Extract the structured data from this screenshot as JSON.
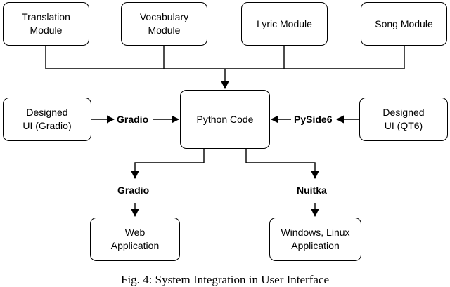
{
  "modules": {
    "translation": "Translation\nModule",
    "vocabulary": "Vocabulary\nModule",
    "lyric": "Lyric Module",
    "song": "Song Module"
  },
  "center": {
    "python": "Python Code"
  },
  "ui": {
    "gradio_ui": "Designed\nUI (Gradio)",
    "qt_ui": "Designed\nUI (QT6)"
  },
  "outputs": {
    "web": "Web\nApplication",
    "desktop": "Windows, Linux\nApplication"
  },
  "edge_labels": {
    "gradio_in": "Gradio",
    "pyside": "PySide6",
    "gradio_out": "Gradio",
    "nuitka": "Nuitka"
  },
  "caption": "Fig. 4: System Integration in User Interface"
}
